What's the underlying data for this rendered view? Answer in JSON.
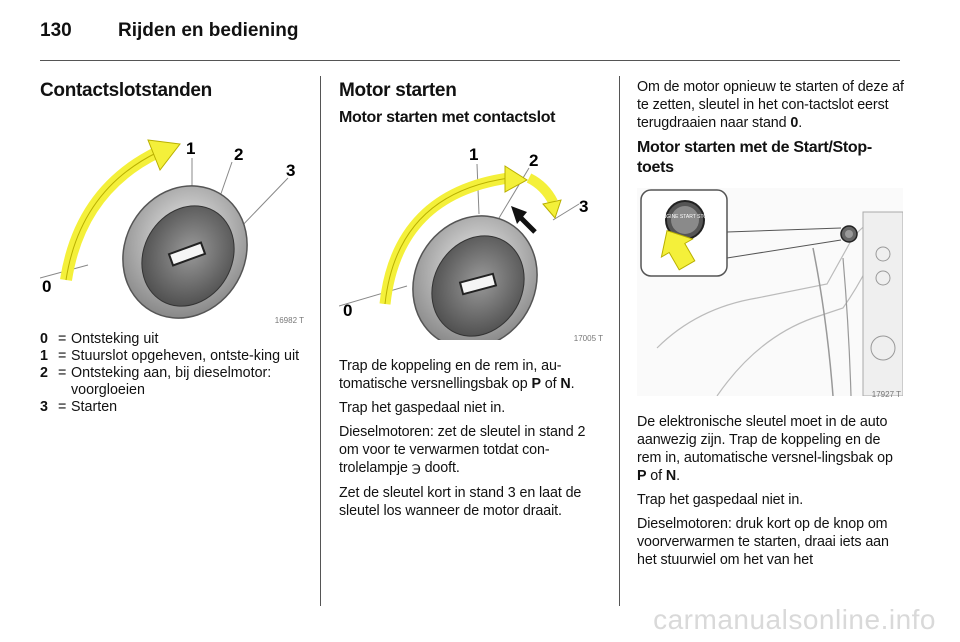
{
  "header": {
    "page_number": "130",
    "title": "Rijden en bediening"
  },
  "col1": {
    "heading": "Contactslotstanden",
    "figure": {
      "number": "16982 T",
      "labels": [
        "0",
        "1",
        "2",
        "3"
      ]
    },
    "legend": [
      {
        "key": "0",
        "eq": "=",
        "text": "Ontsteking uit"
      },
      {
        "key": "1",
        "eq": "=",
        "text": "Stuurslot opgeheven, ontste-king uit"
      },
      {
        "key": "2",
        "eq": "=",
        "text": "Ontsteking aan, bij dieselmotor: voorgloeien"
      },
      {
        "key": "3",
        "eq": "=",
        "text": "Starten"
      }
    ]
  },
  "col2": {
    "heading": "Motor starten",
    "subheading": "Motor starten met contactslot",
    "figure": {
      "number": "17005 T",
      "labels": [
        "0",
        "1",
        "2",
        "3"
      ]
    },
    "p1_a": "Trap de koppeling en de rem in, au-tomatische versnellingsbak op ",
    "p1_b": "P",
    "p1_c": " of ",
    "p1_d": "N",
    "p1_e": ".",
    "p2": "Trap het gaspedaal niet in.",
    "p3_a": "Dieselmotoren: zet de sleutel in stand 2 om voor te verwarmen totdat con-trolelampje ",
    "p3_b": "dooft.",
    "p4": "Zet de sleutel kort in stand 3 en laat de sleutel los wanneer de motor draait."
  },
  "col3": {
    "p1_a": "Om de motor opnieuw te starten of deze af te zetten, sleutel in het con-tactslot eerst terugdraaien naar stand ",
    "p1_b": "0",
    "p1_c": ".",
    "subheading": "Motor starten met de Start/Stop-toets",
    "figure": {
      "number": "17927 T",
      "button_text": "ENGINE START STOP"
    },
    "p2_a": "De elektronische sleutel moet in de auto aanwezig zijn. Trap de koppeling en de rem in, automatische versnel-lingsbak op ",
    "p2_b": "P",
    "p2_c": " of ",
    "p2_d": "N",
    "p2_e": ".",
    "p3": "Trap het gaspedaal niet in.",
    "p4": "Dieselmotoren: druk kort op de knop om voorverwarmen te starten, draai iets aan het stuurwiel om het van het"
  },
  "watermark": "carmanualsonline.info"
}
